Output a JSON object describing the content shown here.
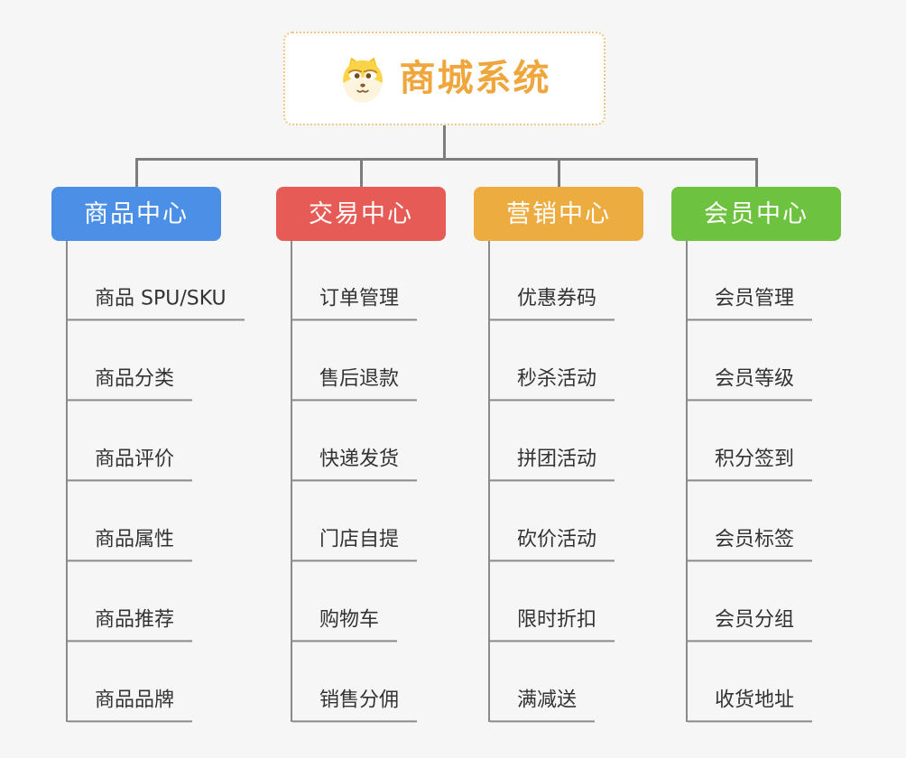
{
  "root": {
    "title": "商城系统",
    "icon": "dog-face-icon"
  },
  "branches": [
    {
      "label": "商品中心",
      "color": "#4B90E6",
      "children": [
        "商品 SPU/SKU",
        "商品分类",
        "商品评价",
        "商品属性",
        "商品推荐",
        "商品品牌"
      ]
    },
    {
      "label": "交易中心",
      "color": "#E65B55",
      "children": [
        "订单管理",
        "售后退款",
        "快递发货",
        "门店自提",
        "购物车",
        "销售分佣"
      ]
    },
    {
      "label": "营销中心",
      "color": "#ECAC3F",
      "children": [
        "优惠券码",
        "秒杀活动",
        "拼团活动",
        "砍价活动",
        "限时折扣",
        "满减送"
      ]
    },
    {
      "label": "会员中心",
      "color": "#6DC23F",
      "children": [
        "会员管理",
        "会员等级",
        "积分签到",
        "会员标签",
        "会员分组",
        "收货地址"
      ]
    }
  ],
  "colors": {
    "background": "#F6F6F6",
    "connector": "#7D7D7D",
    "leaf_line": "#8A8A8A",
    "leaf_text": "#333333",
    "branch_text": "#FFFFFF",
    "root_text": "#EFA63C",
    "root_border": "#F3C684"
  }
}
